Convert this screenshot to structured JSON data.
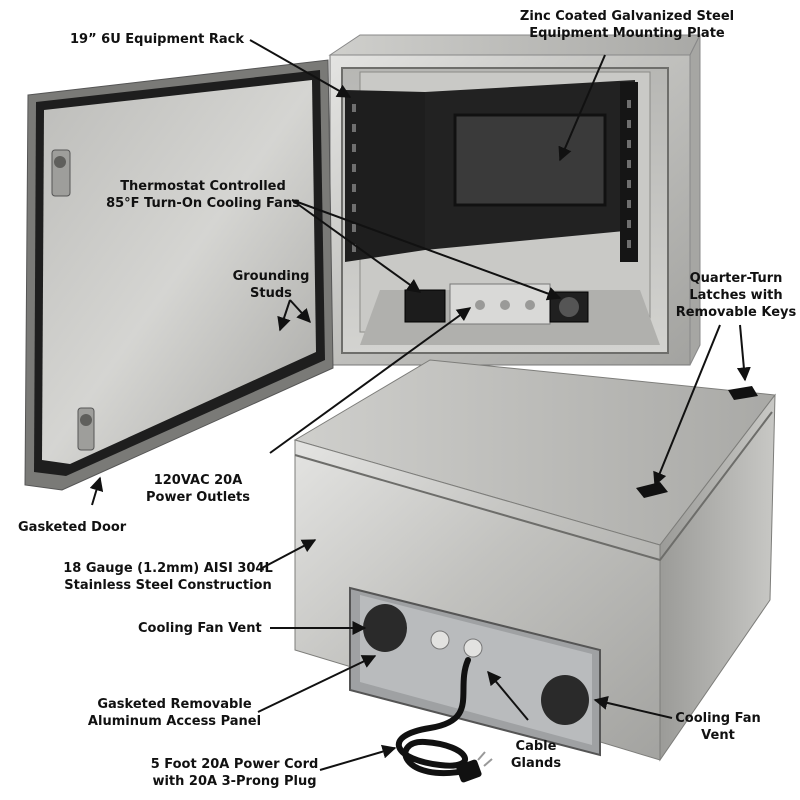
{
  "labels": {
    "equipment_rack": "19” 6U Equipment Rack",
    "mounting_plate": [
      "Zinc Coated Galvanized Steel",
      "Equipment Mounting Plate"
    ],
    "cooling_fans": [
      "Thermostat Controlled",
      "85°F Turn-On Cooling Fans"
    ],
    "grounding_studs": [
      "Grounding",
      "Studs"
    ],
    "latches": [
      "Quarter-Turn",
      "Latches with",
      "Removable Keys"
    ],
    "power_outlets": [
      "120VAC 20A",
      "Power Outlets"
    ],
    "gasketed_door": "Gasketed Door",
    "construction": [
      "18 Gauge (1.2mm) AISI 304L",
      "Stainless Steel Construction"
    ],
    "fan_vent_left": "Cooling Fan Vent",
    "access_panel": [
      "Gasketed Removable",
      "Aluminum Access Panel"
    ],
    "fan_vent_right": [
      "Cooling Fan",
      "Vent"
    ],
    "power_cord": [
      "5 Foot 20A Power Cord",
      "with 20A 3-Prong Plug"
    ],
    "cable_glands": [
      "Cable",
      "Glands"
    ]
  },
  "colors": {
    "steel_light": "#d8d8d6",
    "steel_mid": "#b9b9b6",
    "steel_dark": "#8e8e8b",
    "rack_black": "#1b1b1b",
    "label_text": "#111111",
    "background": "#ffffff"
  }
}
